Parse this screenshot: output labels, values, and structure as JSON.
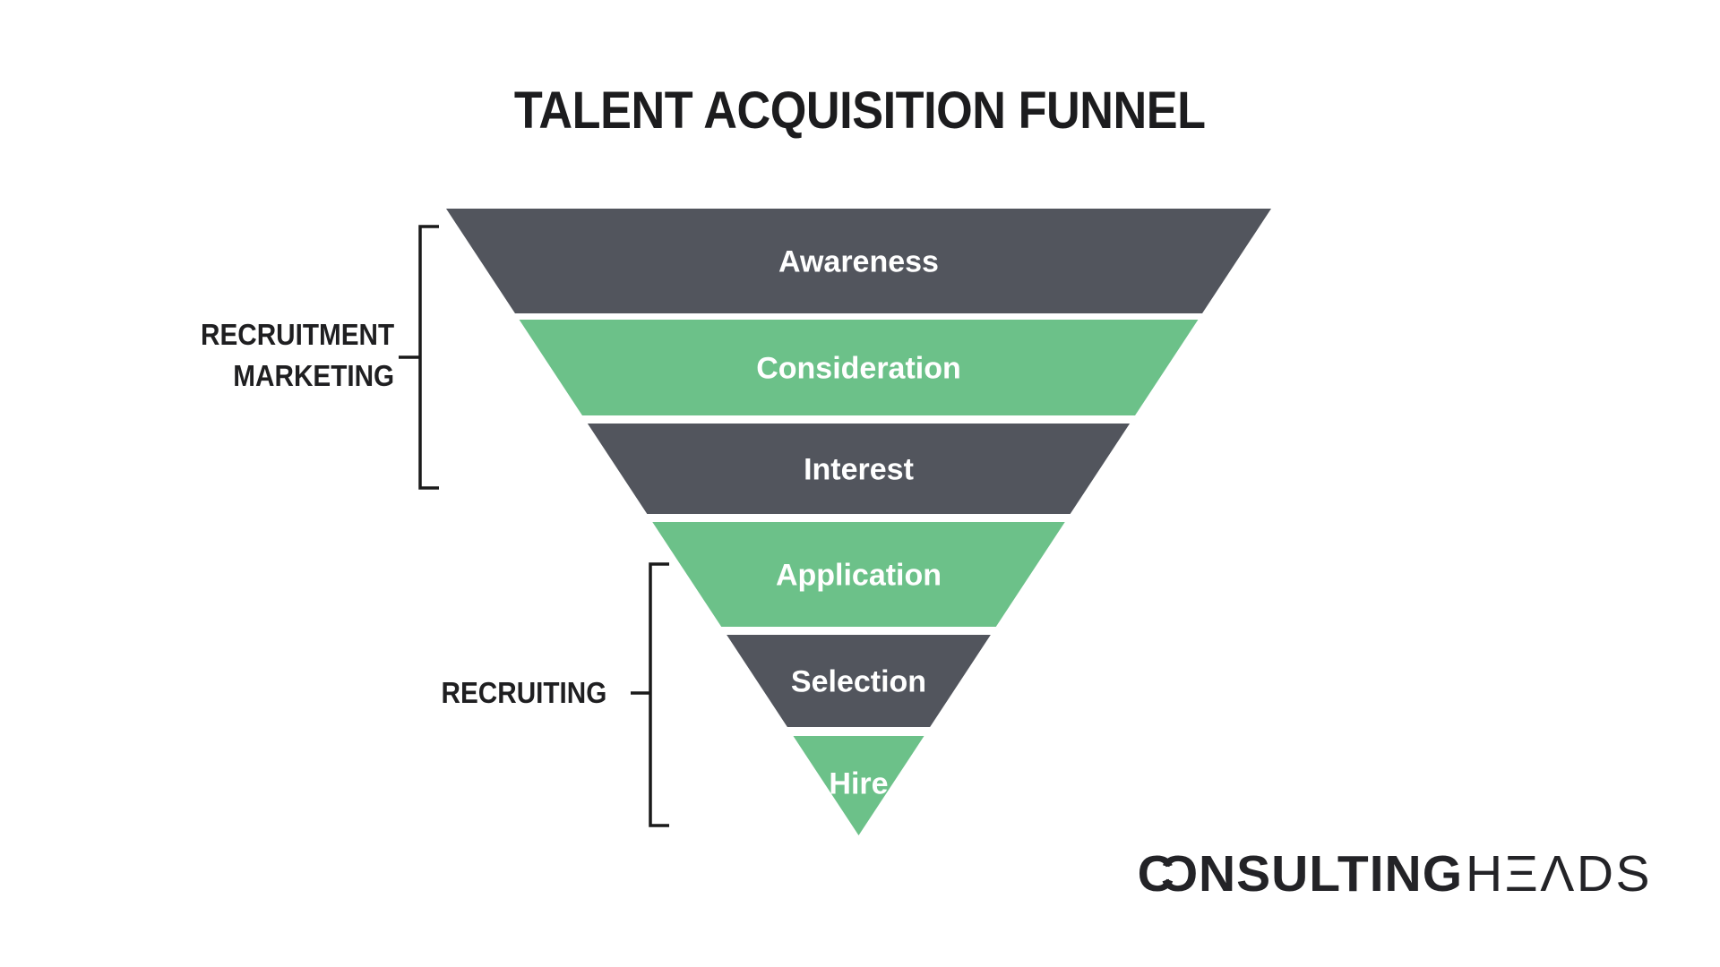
{
  "title": {
    "text": "TALENT ACQUISITION FUNNEL"
  },
  "funnel": {
    "stages": [
      {
        "label": "Awareness",
        "color": "dark"
      },
      {
        "label": "Consideration",
        "color": "green"
      },
      {
        "label": "Interest",
        "color": "dark"
      },
      {
        "label": "Application",
        "color": "green"
      },
      {
        "label": "Selection",
        "color": "dark"
      },
      {
        "label": "Hire",
        "color": "green"
      }
    ],
    "palette": {
      "dark": "#52555D",
      "green": "#6CC189",
      "label": "#FFFFFF"
    }
  },
  "groups": [
    {
      "id": "recruitment-marketing",
      "lines": [
        "RECRUITMENT",
        "MARKETING"
      ],
      "covers_stages": [
        "Awareness",
        "Consideration",
        "Interest"
      ]
    },
    {
      "id": "recruiting",
      "lines": [
        "RECRUITING"
      ],
      "covers_stages": [
        "Application",
        "Selection",
        "Hire"
      ]
    }
  ],
  "logo": {
    "text": "CONSULTINGHEADS",
    "bold": "CONSULTING",
    "light": "HEADS"
  },
  "colors": {
    "background": "#FFFFFF",
    "ink": "#1C1C1E",
    "bracket_line": "#1A1A1A"
  }
}
